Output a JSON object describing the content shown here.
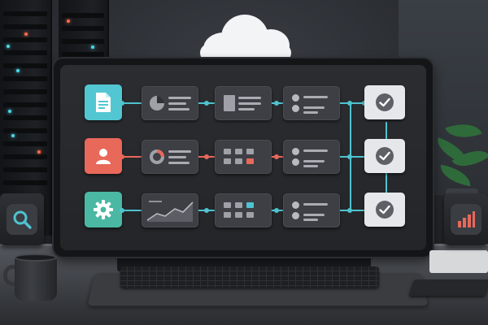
{
  "scene": {
    "description_tags": [
      "cloud",
      "monitor",
      "workflow",
      "server-rack",
      "mug",
      "keyboard",
      "plant"
    ]
  },
  "colors": {
    "teal_accent": "#4fc3cf",
    "coral_accent": "#e8685a",
    "green_accent": "#4bb8a3",
    "card_bg": "#3d3f44",
    "end_node_bg": "#e6e7ea",
    "cloud": "#f3f4f6"
  },
  "workflow": {
    "rows": [
      {
        "start_icon": "document-icon",
        "start_color": "#52c7d2",
        "connector_color": "teal",
        "cards": [
          "pie-chart-card",
          "table-card",
          "list-card"
        ],
        "end_icon": "check-icon"
      },
      {
        "start_icon": "user-icon",
        "start_color": "#e8685a",
        "connector_color": "coral",
        "cards": [
          "donut-chart-card",
          "grid-card",
          "list-card"
        ],
        "end_icon": "check-icon"
      },
      {
        "start_icon": "gear-icon",
        "start_color": "#4bb8a3",
        "connector_color": "teal",
        "cards": [
          "area-chart-card",
          "grid-card",
          "list-card"
        ],
        "end_icon": "check-icon"
      }
    ]
  },
  "side_devices": {
    "left_tile_icon": "search-icon",
    "right_tile_icon": "bar-chart-icon"
  }
}
